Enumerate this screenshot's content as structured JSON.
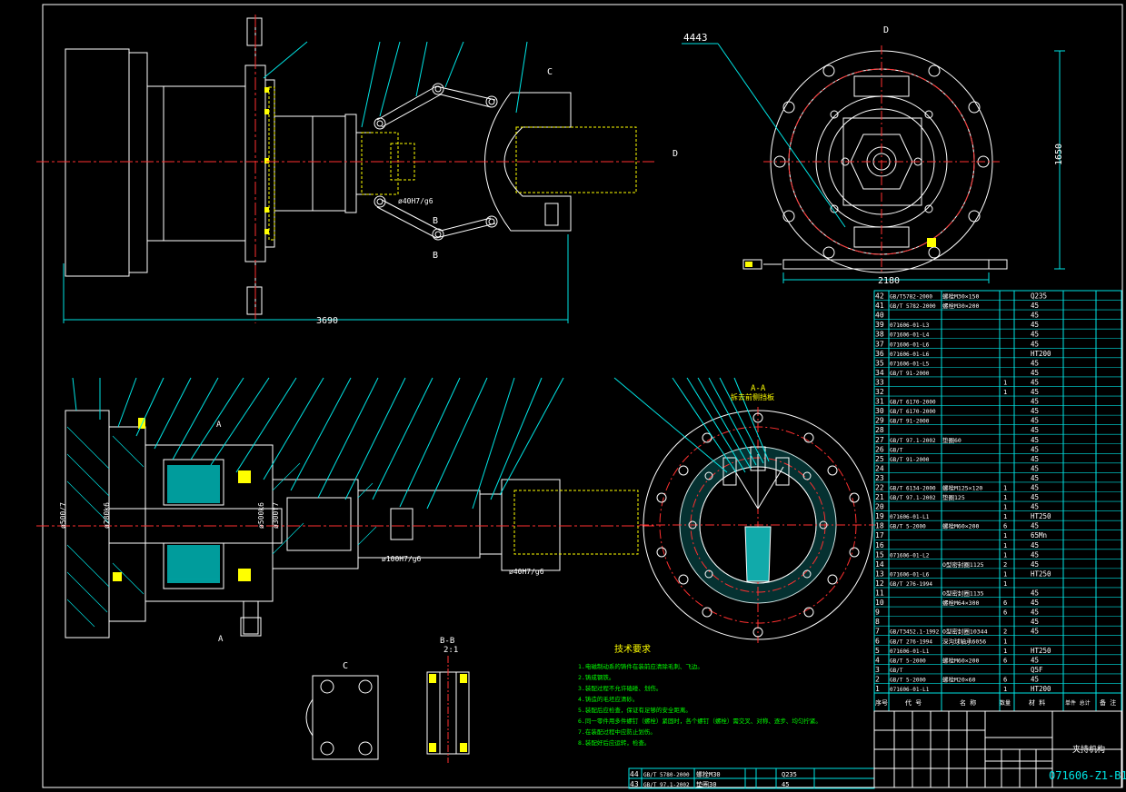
{
  "drawing": {
    "dims": {
      "overall_length": "3690",
      "height": "1650",
      "width": "2180",
      "leader_tag": "4443"
    },
    "views": {
      "d_label": "D",
      "c_label": "C",
      "b_label": "B",
      "a_label": "A",
      "section_aa": "A-A",
      "section_bb": "B-B",
      "bb_scale": "2:1",
      "aa_note": "拆去前侧挡板"
    },
    "fits": {
      "f1": "ø40H7/g6",
      "f2": "ø40H7/g6",
      "f3": "ø500/7",
      "f4": "ø280k6",
      "f5": "ø500k6",
      "f6": "ø300f7",
      "f7": "ø100H7/g6"
    },
    "tech": {
      "title": "技术要求",
      "lines": [
        "1.电磁制动系的铸件在装前应清除毛刺、飞边。",
        "2.铸成钢铁。",
        "3.装配过程不允许磕碰、划伤。",
        "4.铸造的毛坯应清砂。",
        "5.装配后应检查，保证有足够的安全距离。",
        "6.同一零件用多件螺钉（螺栓）紧固时，各个螺钉（螺栓）需交叉、对称、逐步、均匀拧紧。",
        "7.在装配过程中应防止划伤。",
        "8.装配好后应运转，检查。"
      ]
    }
  },
  "bom": {
    "rows": [
      {
        "no": "42",
        "code": "GB/T5782-2000",
        "name": "螺栓M30×150",
        "qty": "",
        "mat": "Q235"
      },
      {
        "no": "41",
        "code": "GB/T 5782-2000",
        "name": "螺栓M30×200",
        "qty": "",
        "mat": "45"
      },
      {
        "no": "40",
        "code": "",
        "name": "",
        "qty": "",
        "mat": "45"
      },
      {
        "no": "39",
        "code": "071606-01-L3",
        "name": "",
        "qty": "",
        "mat": "45"
      },
      {
        "no": "38",
        "code": "071606-01-L4",
        "name": "",
        "qty": "",
        "mat": "45"
      },
      {
        "no": "37",
        "code": "071606-01-L6",
        "name": "",
        "qty": "",
        "mat": "45"
      },
      {
        "no": "36",
        "code": "071606-01-L6",
        "name": "",
        "qty": "",
        "mat": "HT200"
      },
      {
        "no": "35",
        "code": "071606-01-L5",
        "name": "",
        "qty": "",
        "mat": "45"
      },
      {
        "no": "34",
        "code": "GB/T 91-2000",
        "name": "",
        "qty": "",
        "mat": "45"
      },
      {
        "no": "33",
        "code": "",
        "name": "",
        "qty": "1",
        "mat": "45"
      },
      {
        "no": "32",
        "code": "",
        "name": "",
        "qty": "1",
        "mat": "45"
      },
      {
        "no": "31",
        "code": "GB/T 6170-2000",
        "name": "",
        "qty": "",
        "mat": "45"
      },
      {
        "no": "30",
        "code": "GB/T 6170-2000",
        "name": "",
        "qty": "",
        "mat": "45"
      },
      {
        "no": "29",
        "code": "GB/T 91-2000",
        "name": "",
        "qty": "",
        "mat": "45"
      },
      {
        "no": "28",
        "code": "",
        "name": "",
        "qty": "",
        "mat": "45"
      },
      {
        "no": "27",
        "code": "GB/T 97.1-2002",
        "name": "垫圈60",
        "qty": "",
        "mat": "45"
      },
      {
        "no": "26",
        "code": "GB/T",
        "name": "",
        "qty": "",
        "mat": "45"
      },
      {
        "no": "25",
        "code": "GB/T 91-2000",
        "name": "",
        "qty": "",
        "mat": "45"
      },
      {
        "no": "24",
        "code": "",
        "name": "",
        "qty": "",
        "mat": "45"
      },
      {
        "no": "23",
        "code": "",
        "name": "",
        "qty": "",
        "mat": "45"
      },
      {
        "no": "22",
        "code": "GB/T 6134-2000",
        "name": "螺栓M125×120",
        "qty": "1",
        "mat": "45"
      },
      {
        "no": "21",
        "code": "GB/T 97.1-2002",
        "name": "垫圈125",
        "qty": "1",
        "mat": "45"
      },
      {
        "no": "20",
        "code": "",
        "name": "",
        "qty": "1",
        "mat": "45"
      },
      {
        "no": "19",
        "code": "071606-01-L1",
        "name": "",
        "qty": "1",
        "mat": "HT250"
      },
      {
        "no": "18",
        "code": "GB/T 5-2000",
        "name": "螺栓M60×200",
        "qty": "6",
        "mat": "45"
      },
      {
        "no": "17",
        "code": "",
        "name": "",
        "qty": "1",
        "mat": "65Mn"
      },
      {
        "no": "16",
        "code": "",
        "name": "",
        "qty": "1",
        "mat": "45"
      },
      {
        "no": "15",
        "code": "071606-01-L2",
        "name": "",
        "qty": "1",
        "mat": "45"
      },
      {
        "no": "14",
        "code": "",
        "name": "O型密封圈1125",
        "qty": "2",
        "mat": "45"
      },
      {
        "no": "13",
        "code": "071606-01-L6",
        "name": "",
        "qty": "1",
        "mat": "HT250"
      },
      {
        "no": "12",
        "code": "GB/T 276-1994",
        "name": "",
        "qty": "1",
        "mat": ""
      },
      {
        "no": "11",
        "code": "",
        "name": "O型密封圈1135",
        "qty": "",
        "mat": "45"
      },
      {
        "no": "10",
        "code": "",
        "name": "螺栓M64×300",
        "qty": "6",
        "mat": "45"
      },
      {
        "no": "9",
        "code": "",
        "name": "",
        "qty": "6",
        "mat": "45"
      },
      {
        "no": "8",
        "code": "",
        "name": "",
        "qty": "",
        "mat": "45"
      },
      {
        "no": "7",
        "code": "GB/T3452.1-1992",
        "name": "O型密封圈10344",
        "qty": "2",
        "mat": "45"
      },
      {
        "no": "6",
        "code": "GB/T 276-1994",
        "name": "深沟球轴承6056",
        "qty": "1",
        "mat": ""
      },
      {
        "no": "5",
        "code": "071606-01-L1",
        "name": "",
        "qty": "1",
        "mat": "HT250"
      },
      {
        "no": "4",
        "code": "GB/T 5-2000",
        "name": "螺栓M60×200",
        "qty": "6",
        "mat": "45"
      },
      {
        "no": "3",
        "code": "GB/T",
        "name": "",
        "qty": "",
        "mat": "Q5F"
      },
      {
        "no": "2",
        "code": "GB/T 5-2000",
        "name": "螺栓M20×60",
        "qty": "6",
        "mat": "45"
      },
      {
        "no": "1",
        "code": "071606-01-L1",
        "name": "",
        "qty": "1",
        "mat": "HT200"
      }
    ],
    "header": {
      "no": "序号",
      "code": "代 号",
      "name": "名 称",
      "qty": "数量",
      "mat": "材 料",
      "weight": "单件 总计",
      "note": "备 注"
    },
    "bottom_rows": [
      {
        "no": "44",
        "code": "GB/T 5780-2000",
        "name": "螺栓M30",
        "mat": "Q235"
      },
      {
        "no": "43",
        "code": "GB/T 97.1-2002",
        "name": "垫圈30",
        "mat": "45"
      }
    ]
  },
  "title_block": {
    "drawing_no": "071606-Z1-B1",
    "title": "夹持机构"
  }
}
